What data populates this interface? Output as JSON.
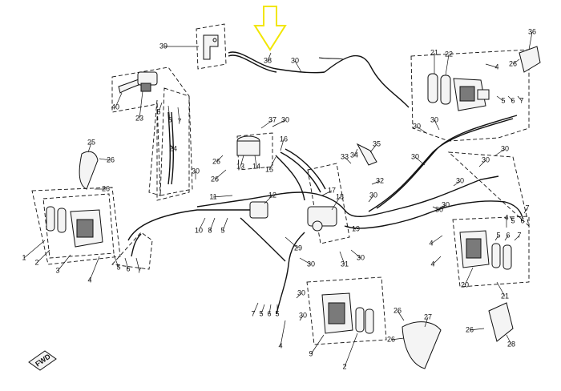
{
  "diagram": {
    "highlight_color": "#f2e600",
    "highlighted_part": "38",
    "fwd_label": "FWD",
    "callouts": [
      {
        "id": "c39",
        "text": "39"
      },
      {
        "id": "c38",
        "text": "38"
      },
      {
        "id": "c30a",
        "text": "30"
      },
      {
        "id": "c36",
        "text": "36"
      },
      {
        "id": "c26a",
        "text": "26"
      },
      {
        "id": "c21a",
        "text": "21"
      },
      {
        "id": "c22",
        "text": "22"
      },
      {
        "id": "c4a",
        "text": "4"
      },
      {
        "id": "c40",
        "text": "40"
      },
      {
        "id": "c23",
        "text": "23"
      },
      {
        "id": "c5a",
        "text": "5"
      },
      {
        "id": "c6a",
        "text": "6"
      },
      {
        "id": "c7a",
        "text": "7"
      },
      {
        "id": "c37",
        "text": "37"
      },
      {
        "id": "c5b",
        "text": "5"
      },
      {
        "id": "c6b",
        "text": "6"
      },
      {
        "id": "c7b",
        "text": "7"
      },
      {
        "id": "c30b",
        "text": "30"
      },
      {
        "id": "c24",
        "text": "24"
      },
      {
        "id": "c25",
        "text": "25"
      },
      {
        "id": "c26b",
        "text": "26"
      },
      {
        "id": "c26c",
        "text": "26"
      },
      {
        "id": "c26d",
        "text": "26"
      },
      {
        "id": "c26e",
        "text": "26"
      },
      {
        "id": "c13",
        "text": "13"
      },
      {
        "id": "c14",
        "text": "14"
      },
      {
        "id": "c15",
        "text": "15"
      },
      {
        "id": "c16",
        "text": "16"
      },
      {
        "id": "c30c",
        "text": "30"
      },
      {
        "id": "c34",
        "text": "34"
      },
      {
        "id": "c35",
        "text": "35"
      },
      {
        "id": "c33",
        "text": "33"
      },
      {
        "id": "c30d",
        "text": "30"
      },
      {
        "id": "c30e",
        "text": "30"
      },
      {
        "id": "c32",
        "text": "32"
      },
      {
        "id": "c30f",
        "text": "30"
      },
      {
        "id": "c11",
        "text": "11"
      },
      {
        "id": "c12",
        "text": "12"
      },
      {
        "id": "c17",
        "text": "17"
      },
      {
        "id": "c18",
        "text": "18"
      },
      {
        "id": "c10",
        "text": "10"
      },
      {
        "id": "c8",
        "text": "8"
      },
      {
        "id": "c5c",
        "text": "5"
      },
      {
        "id": "c19",
        "text": "19"
      },
      {
        "id": "c29",
        "text": "29"
      },
      {
        "id": "c31",
        "text": "31"
      },
      {
        "id": "c30g",
        "text": "30"
      },
      {
        "id": "c30h",
        "text": "30"
      },
      {
        "id": "c1",
        "text": "1"
      },
      {
        "id": "c2a",
        "text": "2"
      },
      {
        "id": "c3",
        "text": "3"
      },
      {
        "id": "c4b",
        "text": "4"
      },
      {
        "id": "c5d",
        "text": "5"
      },
      {
        "id": "c6c",
        "text": "6"
      },
      {
        "id": "c7c",
        "text": "7"
      },
      {
        "id": "c7d",
        "text": "7"
      },
      {
        "id": "c5e",
        "text": "5"
      },
      {
        "id": "c6d",
        "text": "6"
      },
      {
        "id": "c5f",
        "text": "5"
      },
      {
        "id": "c4c",
        "text": "4"
      },
      {
        "id": "c9",
        "text": "9"
      },
      {
        "id": "c2b",
        "text": "2"
      },
      {
        "id": "c30i",
        "text": "30"
      },
      {
        "id": "c30j",
        "text": "30"
      },
      {
        "id": "c26f",
        "text": "26"
      },
      {
        "id": "c27",
        "text": "27"
      },
      {
        "id": "c26g",
        "text": "26"
      },
      {
        "id": "c26h",
        "text": "26"
      },
      {
        "id": "c28",
        "text": "28"
      },
      {
        "id": "c30k",
        "text": "30"
      },
      {
        "id": "c30l",
        "text": "30"
      },
      {
        "id": "c30m",
        "text": "30"
      },
      {
        "id": "c21b",
        "text": "21"
      },
      {
        "id": "c20",
        "text": "20"
      },
      {
        "id": "c4d",
        "text": "4"
      },
      {
        "id": "c4e",
        "text": "4"
      },
      {
        "id": "c4f",
        "text": "4"
      },
      {
        "id": "c5g",
        "text": "5"
      },
      {
        "id": "c6e",
        "text": "6"
      },
      {
        "id": "c7e",
        "text": "7"
      },
      {
        "id": "c5h",
        "text": "5"
      },
      {
        "id": "c6f",
        "text": "6"
      },
      {
        "id": "c7f",
        "text": "7"
      },
      {
        "id": "c30n",
        "text": "30"
      },
      {
        "id": "c30o",
        "text": "30"
      },
      {
        "id": "c30p",
        "text": "30"
      }
    ]
  }
}
